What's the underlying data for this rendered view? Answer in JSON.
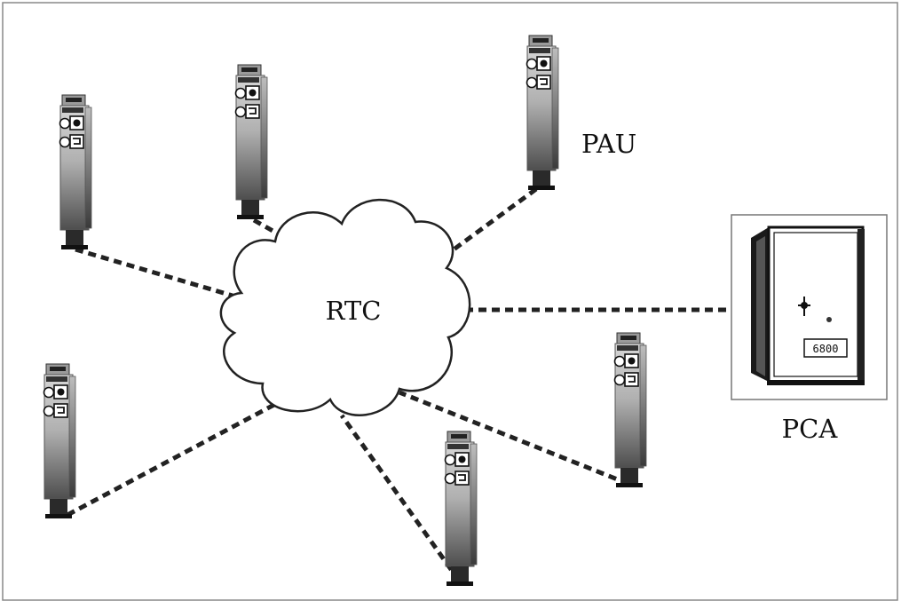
{
  "diagram": {
    "network_label": "RTC",
    "terminal_label": "PAU",
    "cabinet_label": "PCA",
    "cabinet_display": "6800"
  }
}
